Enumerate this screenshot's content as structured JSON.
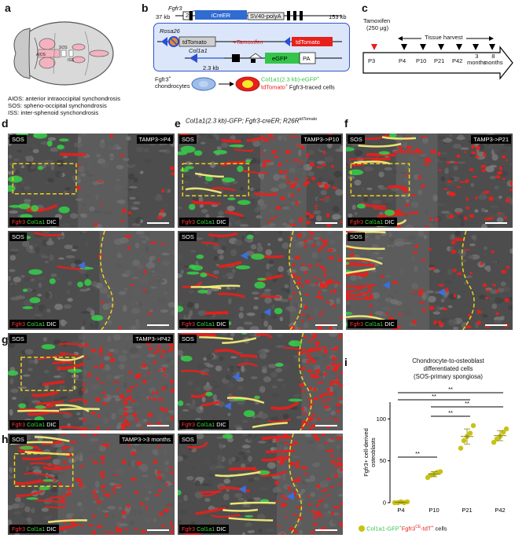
{
  "panels": {
    "a": "a",
    "b": "b",
    "c": "c",
    "d": "d",
    "e": "e",
    "f": "f",
    "g": "g",
    "h": "h",
    "i": "i"
  },
  "panel_a": {
    "legend": [
      "AIOS: anterior intraoccipital synchondrosis",
      "SOS: spheno-occipital synchondrosis",
      "ISS: inter-sphenoid synchondrosis"
    ],
    "skull_labels": [
      "AIOS",
      "SOS",
      "ISS"
    ]
  },
  "panel_b": {
    "gene": "Fgfr3",
    "left_kb": "37 kb",
    "exon_num": "2",
    "icreer": "iCreER",
    "sv40": "SV40-polyA",
    "right_kb": "153 kb",
    "rosa26": "Rosa26",
    "tdtomato_left": "tdTomato",
    "tamoxifen": "+Tamoxifen",
    "tdtomato_right": "tdTomato",
    "col1a1": "Col1a1",
    "col_kb": "2.3 kb",
    "egfp": "eGFP",
    "pa": "PA",
    "chondro_label": "Fgfr3",
    "chondro_sup": "+",
    "chondro_word": "chondrocytes",
    "out_line1": "Col1a1(2.3 kb)-eGFP",
    "out_line1_sup": "+",
    "out_line2a": "tdTomato",
    "out_line2_sup": "+",
    "out_line2b": " Fgfr3-traced cells"
  },
  "panel_c": {
    "tamoxifen": "Tamoxifen",
    "dose": "(250 μg)",
    "harvest": "Tissue harvest",
    "timepoints": [
      "P3",
      "P4",
      "P10",
      "P21",
      "P42",
      "3\nmonths",
      "8\nmonths"
    ]
  },
  "figure_title": {
    "pre": "Col1a1(2.3 kb)-GFP; Fgfr3-creER; R26R",
    "sup": "tdTomato"
  },
  "micro": {
    "sos": "SOS",
    "ch_red": "Fgfr3",
    "ch_green": "Col1a1",
    "ch_white": "DIC",
    "d_time": "TAMP3->P4",
    "e_time": "TAMP3->P10",
    "f_time": "TAMP3->P21",
    "g_time": "TAMP3->P42",
    "h_time": "TAMP3->3 months"
  },
  "colors": {
    "tdtomato": "#e8201c",
    "gfp": "#35d04a",
    "overlap": "#f2ee78",
    "dashed": "#f1d21c",
    "arrow": "#3b6fe0",
    "dot": "#c8c217"
  },
  "chart_data": {
    "type": "scatter",
    "title": "Chondrocyte-to-osteoblast\ndifferentiated cells\n(SOS-primary spongiosa)",
    "ylabel": "Fgfr3+ cell-derived\nosteoblasts",
    "ylim": [
      0,
      120
    ],
    "yticks": [
      0,
      50,
      100
    ],
    "categories": [
      "P4",
      "P10",
      "P21",
      "P42"
    ],
    "points": {
      "P4": [
        0,
        0,
        1,
        0,
        1
      ],
      "P10": [
        30,
        33,
        34,
        36,
        37
      ],
      "P21": [
        65,
        74,
        79,
        83,
        92
      ],
      "P42": [
        72,
        76,
        79,
        84,
        88
      ]
    },
    "means": [
      0.4,
      34,
      79,
      80
    ],
    "errors": [
      0.5,
      3,
      9,
      6
    ],
    "significance": [
      {
        "from": "P4",
        "to": "P10",
        "label": "**"
      },
      {
        "from": "P10",
        "to": "P21",
        "label": "**"
      },
      {
        "from": "P10",
        "to": "P42",
        "label": "**"
      },
      {
        "from": "P4",
        "to": "P21",
        "label": "**"
      },
      {
        "from": "P4",
        "to": "P42",
        "label": "**"
      }
    ],
    "legend": {
      "part1": "Col1a1-GFP",
      "sup1": "+",
      "part2": "Fgfr3",
      "sup2": "CE",
      "part3": "-tdT",
      "sup3": "+",
      "part4": " cells"
    }
  }
}
